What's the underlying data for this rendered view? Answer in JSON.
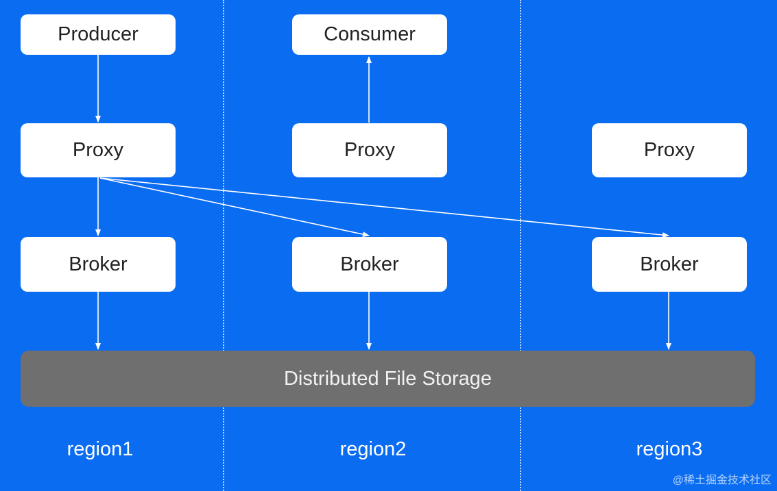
{
  "nodes": {
    "producer": "Producer",
    "consumer": "Consumer",
    "proxy1": "Proxy",
    "proxy2": "Proxy",
    "proxy3": "Proxy",
    "broker1": "Broker",
    "broker2": "Broker",
    "broker3": "Broker"
  },
  "storage": "Distributed File Storage",
  "regions": [
    "region1",
    "region2",
    "region3"
  ],
  "watermark": "@稀土掘金技术社区",
  "colors": {
    "background": "#0a6cf0",
    "node": "#ffffff",
    "storage": "#6f6f6f"
  }
}
